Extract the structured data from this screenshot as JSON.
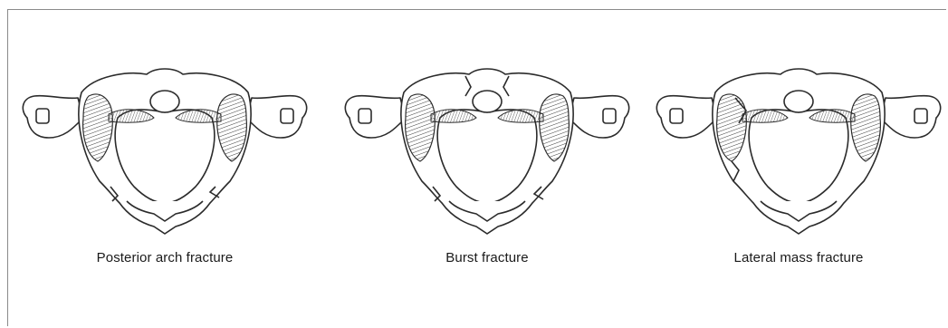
{
  "figures": [
    {
      "caption": "Posterior arch fracture",
      "fracture": "posterior-arch"
    },
    {
      "caption": "Burst fracture",
      "fracture": "burst"
    },
    {
      "caption": "Lateral mass fracture",
      "fracture": "lateral-mass"
    }
  ]
}
